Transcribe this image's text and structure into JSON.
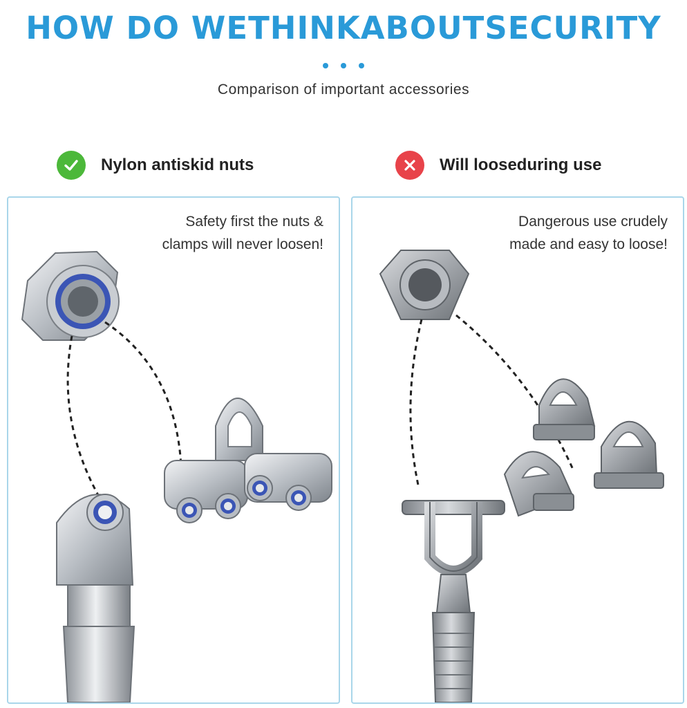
{
  "header": {
    "title": "HOW DO WETHINKABOUTSECURITY",
    "subtitle": "Comparison of important accessories"
  },
  "left": {
    "status_icon": "check-icon",
    "heading": "Nylon antiskid nuts",
    "caption_lines": [
      "Safety first the nuts &",
      "clamps will never loosen!"
    ]
  },
  "right": {
    "status_icon": "cross-icon",
    "heading": "Will looseduring use",
    "caption_lines": [
      "Dangerous use crudely",
      "made and easy to loose!"
    ]
  },
  "colors": {
    "accent": "#2a9ad8",
    "ok": "#4cb83a",
    "bad": "#e8434a",
    "panel_border": "#a9d6ea"
  }
}
